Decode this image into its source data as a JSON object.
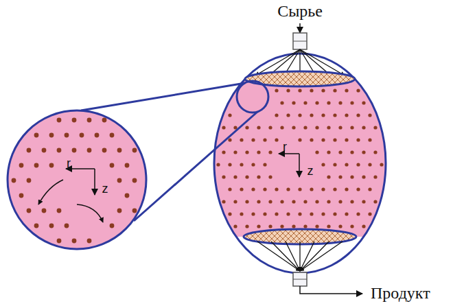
{
  "diagram": {
    "labels": [
      "Сырье",
      "r",
      "z",
      "r",
      "z",
      "Продукт"
    ]
  }
}
